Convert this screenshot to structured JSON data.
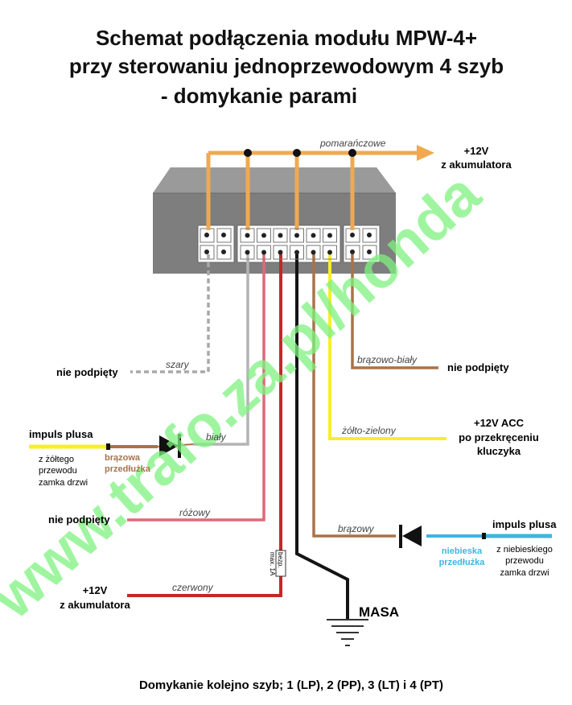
{
  "title": {
    "line1": "Schemat podłączenia modułu  MPW-4+",
    "line2": "przy sterowaniu jednoprzewodowym 4 szyb",
    "line3": "- domykanie parami"
  },
  "watermark": "www.trafo.za.pl/honda",
  "wires": {
    "orange": "pomarańczowe",
    "grey": "szary",
    "white": "biały",
    "pink": "różowy",
    "red": "czerwony",
    "brown_white": "brązowo-biały",
    "yellow_green": "żółto-zielony",
    "brown": "brązowy"
  },
  "labels": {
    "battery_top_1": "+12V",
    "battery_top_2": "z akumulatora",
    "grey_np": "nie podpięty",
    "brown_white_np": "nie podpięty",
    "acc_1": "+12V ACC",
    "acc_2": "po przekręceniu",
    "acc_3": "kluczyka",
    "impuls_left": "impuls plusa",
    "left_src_1": "z żółtego",
    "left_src_2": "przewodu",
    "left_src_3": "zamka drzwi",
    "left_ext_1": "brązowa",
    "left_ext_2": "przedłużka",
    "pink_np": "nie podpięty",
    "battery_bottom_1": "+12V",
    "battery_bottom_2": "z akumulatora",
    "impuls_right": "impuls plusa",
    "right_ext_1": "niebieska",
    "right_ext_2": "przedłużka",
    "right_src_1": "z niebieskiego",
    "right_src_2": "przewodu",
    "right_src_3": "zamka drzwi",
    "fuse_1": "bezp.",
    "fuse_2": "max. 1A",
    "ground": "MASA"
  },
  "caption": "Domykanie kolejno szyb; 1 (LP), 2 (PP), 3 (LT) i 4 (PT)",
  "colors": {
    "orange": "#f0a94e",
    "grey": "#a8a8a8",
    "pink": "#e06878",
    "red": "#c8242c",
    "black": "#141414",
    "brown": "#a8734a",
    "yellow": "#f7ee2a",
    "blue": "#3fb5df",
    "watermark": "#7ff27f"
  }
}
